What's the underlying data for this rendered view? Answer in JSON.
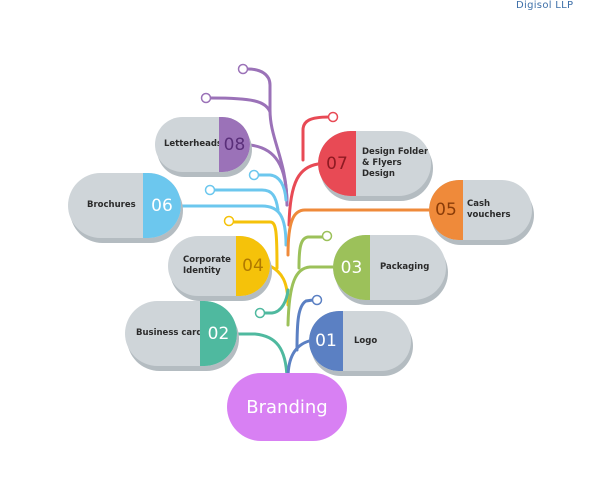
{
  "watermark": "Digisol LLP",
  "root": {
    "label": "Branding",
    "color": "#d880f3"
  },
  "items": [
    {
      "num": "01",
      "label": "Logo",
      "color": "#5b80c3"
    },
    {
      "num": "02",
      "label": "Business card",
      "color": "#4fb99f"
    },
    {
      "num": "03",
      "label": "Packaging",
      "color": "#9cc15a"
    },
    {
      "num": "04",
      "label": "Corporate Identity",
      "color": "#f5c20a"
    },
    {
      "num": "05",
      "label": "Cash vouchers",
      "color": "#ef8a3a"
    },
    {
      "num": "06",
      "label": "Brochures",
      "color": "#6cc7ee"
    },
    {
      "num": "07",
      "label": "Design Folder & Flyers Design",
      "color": "#e84a55"
    },
    {
      "num": "08",
      "label": "Letterheads",
      "color": "#9b72b8"
    }
  ]
}
